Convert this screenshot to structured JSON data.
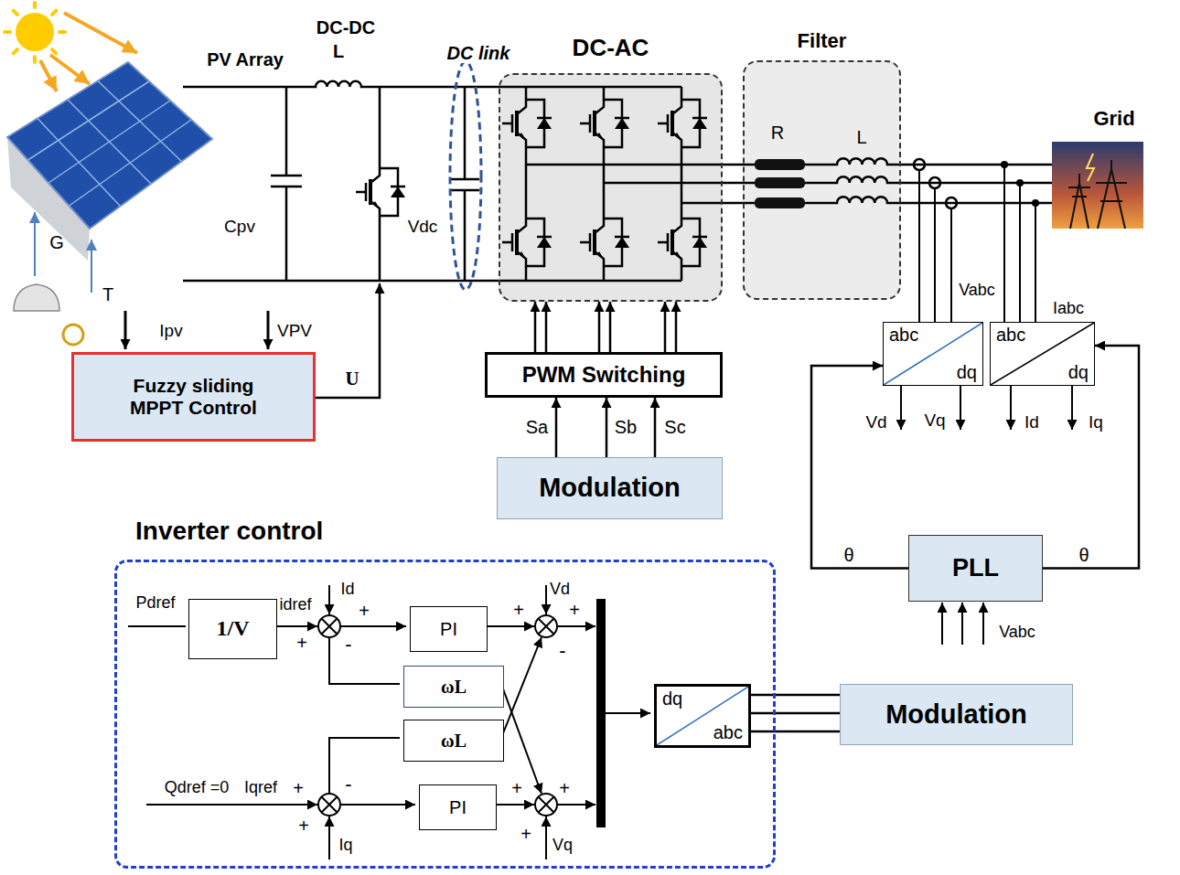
{
  "diagram": {
    "nodes": [
      {
        "text": [
          "Fuzzy sliding MPPT Control"
        ]
      },
      {
        "text": [
          "DC-AC"
        ]
      },
      {
        "text": [
          "Filter"
        ]
      },
      {
        "text": [
          "PWM Switching"
        ]
      },
      {
        "text": [
          "Modulation"
        ]
      },
      {
        "text": [
          "abc",
          "dq"
        ]
      },
      {
        "text": [
          "abc",
          "dq"
        ]
      },
      {
        "text": [
          "PLL"
        ]
      },
      {
        "text": [
          "Inverter control"
        ]
      },
      {
        "text": [
          "1/V"
        ],
        "in": 8
      },
      {
        "text": [
          "PI"
        ],
        "in": 8
      },
      {
        "text": [
          "ωL"
        ],
        "in": 8
      },
      {
        "text": [
          "ωL"
        ],
        "in": 8
      },
      {
        "text": [
          "PI"
        ],
        "in": 8
      },
      {
        "text": [
          "dq",
          "abc"
        ],
        "in": 8
      },
      {
        "text": [
          "Modulation"
        ]
      }
    ],
    "edges": [
      {
        "from": 4,
        "to": 3,
        "label": "Sa",
        "arrow": "to"
      },
      {
        "from": 4,
        "to": 3,
        "label": "Sb",
        "arrow": "to"
      },
      {
        "from": 4,
        "to": 3,
        "label": "Sc",
        "arrow": "to"
      },
      {
        "from": 3,
        "to": 1,
        "arrow": "to"
      },
      {
        "from": 3,
        "to": 1,
        "arrow": "to"
      },
      {
        "from": 3,
        "to": 1,
        "arrow": "to"
      },
      {
        "from": 3,
        "to": 1,
        "arrow": "to"
      },
      {
        "from": 3,
        "to": 1,
        "arrow": "to"
      },
      {
        "from": 3,
        "to": 1,
        "arrow": "to"
      },
      {
        "from": 7,
        "to": 5,
        "label": "θ",
        "arrow": "to"
      },
      {
        "from": 7,
        "to": 6,
        "label": "θ",
        "arrow": "to"
      },
      {
        "from": 14,
        "to": 15,
        "arrow": "none"
      },
      {
        "from": 14,
        "to": 15,
        "arrow": "none"
      },
      {
        "from": 14,
        "to": 15,
        "arrow": "none"
      }
    ],
    "labels": [
      "PV Array",
      "DC-DC",
      "L",
      "DC link",
      "R",
      "L",
      "Grid",
      "G",
      "T",
      "Cpv",
      "Vdc",
      "Ipv",
      "VPV",
      "U",
      "Vabc",
      "Iabc",
      "Vd",
      "Vq",
      "Id",
      "Iq",
      "Vabc",
      "Pdref",
      "idref",
      "Id",
      "+",
      "+",
      "-",
      "Vd",
      "+",
      "+",
      "-",
      "Qdref =0",
      "Iqref",
      "+",
      "-",
      "+",
      "Iq",
      "+",
      "+",
      "+",
      "Vq"
    ]
  }
}
